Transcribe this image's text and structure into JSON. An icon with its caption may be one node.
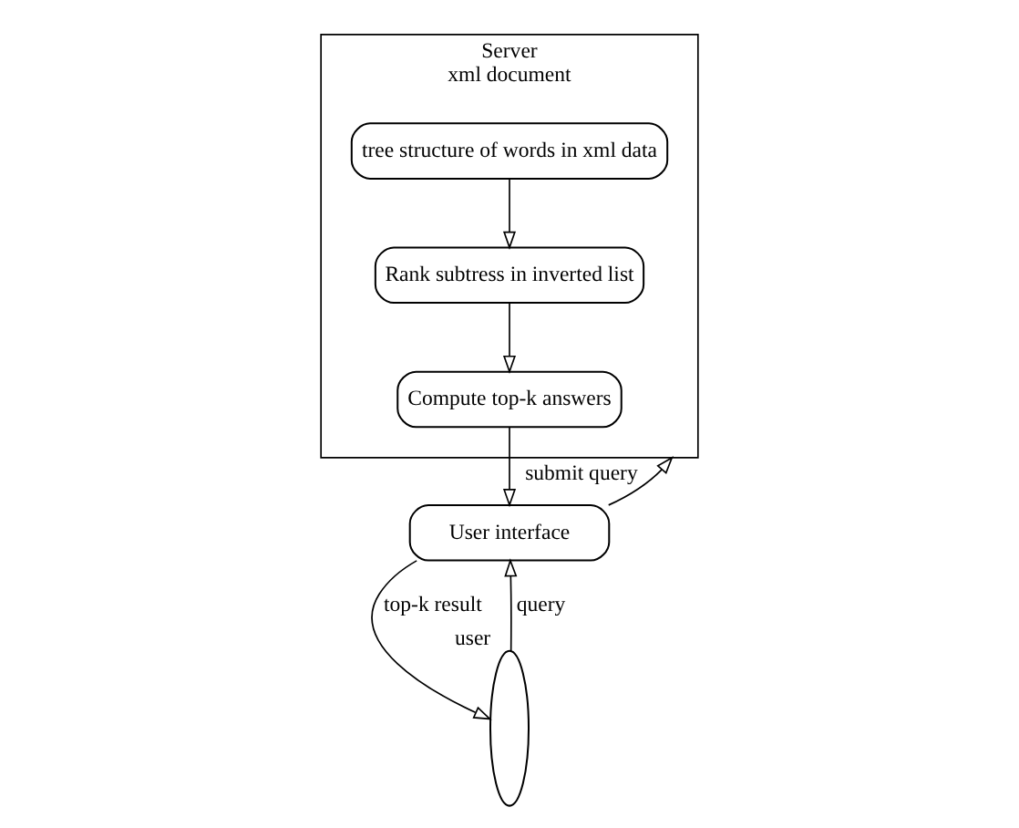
{
  "diagram": {
    "nodes": [
      {
        "text": [
          "Server",
          "xml document"
        ]
      },
      {
        "text": [
          "tree structure of words in xml data"
        ],
        "in": 0
      },
      {
        "text": [
          "Rank subtress in inverted list"
        ],
        "in": 0
      },
      {
        "text": [
          "Compute top-k answers"
        ],
        "in": 0
      },
      {
        "text": [
          "User interface"
        ]
      },
      {
        "text": [],
        "shape": "person",
        "beside": [
          "user"
        ]
      }
    ],
    "edges": [
      {
        "from": 1,
        "to": 2,
        "arrow": "to"
      },
      {
        "from": 2,
        "to": 3,
        "arrow": "to"
      },
      {
        "from": 3,
        "to": 4,
        "arrow": "to"
      },
      {
        "from": 4,
        "to": 0,
        "arrow": "to",
        "label": "submit query"
      },
      {
        "from": 5,
        "to": 4,
        "arrow": "to",
        "label": "query"
      },
      {
        "from": 4,
        "to": 5,
        "arrow": "to",
        "label": "top-k result"
      }
    ]
  }
}
